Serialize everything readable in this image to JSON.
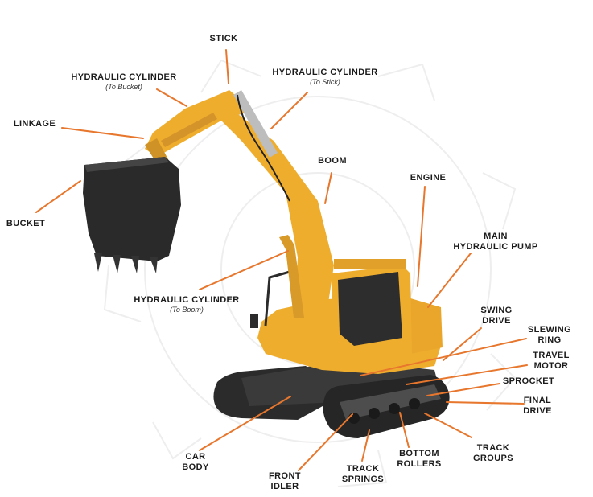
{
  "colors": {
    "leader": "#e8772e",
    "machine_yellow": "#efad2e",
    "machine_dark": "#2a2a2a",
    "watermark": "#eeeeee"
  },
  "labels": {
    "stick": "STICK",
    "hyd_bucket": {
      "title": "HYDRAULIC CYLINDER",
      "sub": "(To Bucket)"
    },
    "hyd_stick": {
      "title": "HYDRAULIC CYLINDER",
      "sub": "(To Stick)"
    },
    "linkage": "LINKAGE",
    "bucket": "BUCKET",
    "boom": "BOOM",
    "engine": "ENGINE",
    "main_pump": [
      "MAIN",
      "HYDRAULIC PUMP"
    ],
    "hyd_boom": {
      "title": "HYDRAULIC CYLINDER",
      "sub": "(To Boom)"
    },
    "swing_drive": [
      "SWING",
      "DRIVE"
    ],
    "slewing_ring": [
      "SLEWING",
      "RING"
    ],
    "travel_motor": [
      "TRAVEL",
      "MOTOR"
    ],
    "sprocket": "SPROCKET",
    "final_drive": [
      "FINAL",
      "DRIVE"
    ],
    "track_groups": [
      "TRACK",
      "GROUPS"
    ],
    "bottom_rollers": [
      "BOTTOM",
      "ROLLERS"
    ],
    "track_springs": [
      "TRACK",
      "SPRINGS"
    ],
    "front_idler": [
      "FRONT",
      "IDLER"
    ],
    "car_body": [
      "CAR",
      "BODY"
    ]
  }
}
